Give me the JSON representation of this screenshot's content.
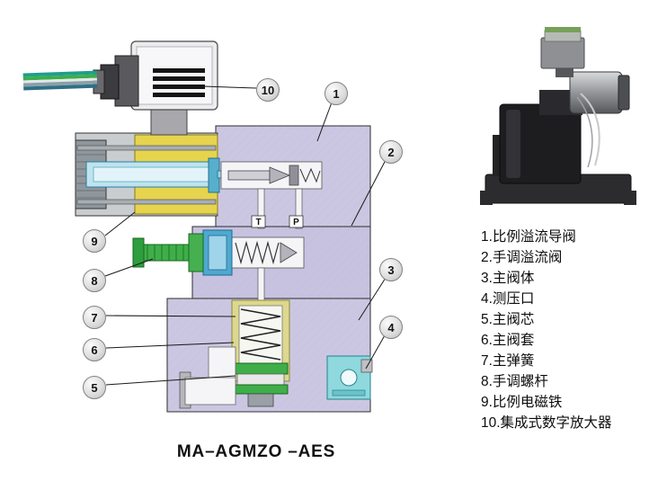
{
  "title": "MA–AGMZO –AES",
  "callouts": {
    "n1": "1",
    "n2": "2",
    "n3": "3",
    "n4": "4",
    "n5": "5",
    "n6": "6",
    "n7": "7",
    "n8": "8",
    "n9": "9",
    "n10": "10"
  },
  "ports": {
    "t": "T",
    "p": "P"
  },
  "legend": {
    "items": [
      "1.比例溢流导阀",
      "2.手调溢流阀",
      "3.主阀体",
      "4.测压口",
      "5.主阀芯",
      "6.主阀套",
      "7.主弹簧",
      "8.手调螺杆",
      "9.比例电磁铁",
      "10.集成式数字放大器"
    ]
  },
  "colors": {
    "body_lavender": "#cbc7e2",
    "coil_yellow": "#e6d44e",
    "part_green": "#3fae49",
    "port_teal": "#8fd8de",
    "armature_blue": "#bfe3ee",
    "callout_gray": "#dedede"
  }
}
